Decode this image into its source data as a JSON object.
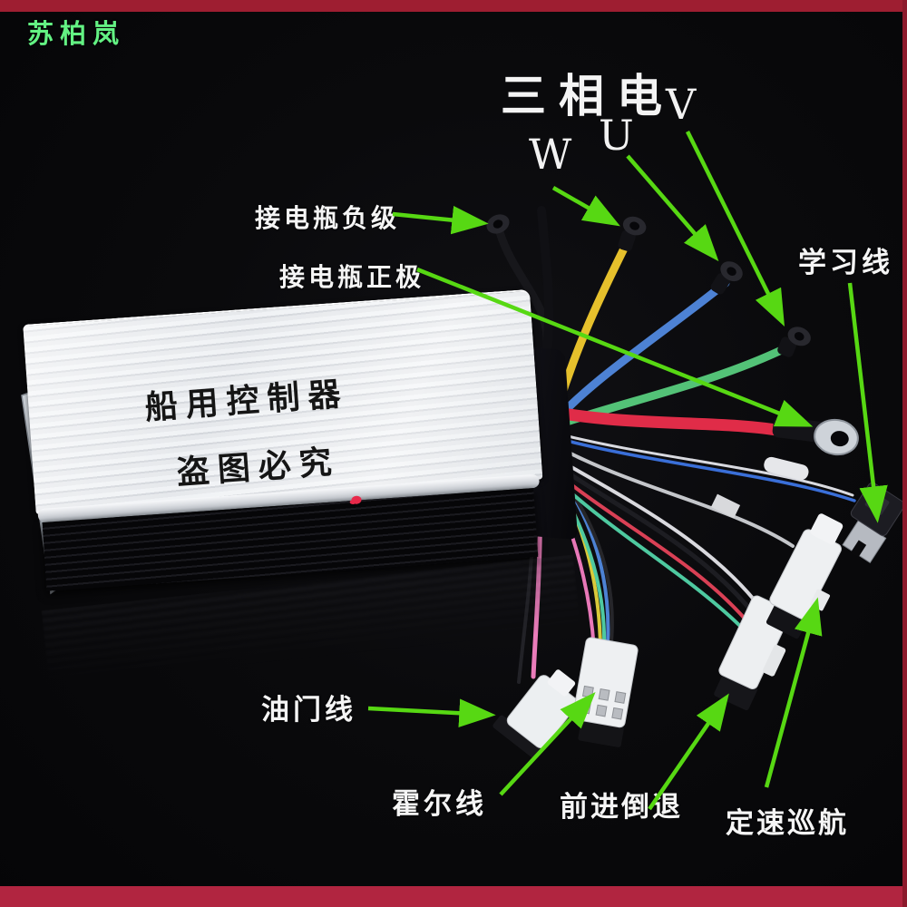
{
  "brand": "苏柏岚",
  "title": {
    "text": "三相电",
    "w": "W",
    "u": "U",
    "v": "V"
  },
  "labels": {
    "battery_negative": "接电瓶负级",
    "battery_positive": "接电瓶正极",
    "learning": "学习线",
    "throttle": "油门线",
    "hall": "霍尔线",
    "forward_reverse": "前进倒退",
    "cruise": "定速巡航"
  },
  "device": {
    "name": "船用控制器",
    "warning": "盗图必究"
  },
  "colors": {
    "frame_top": "#9e1e31",
    "frame_bottom": "#b12540",
    "arrow_green": "#57d813",
    "brand_green": "#63f283",
    "wire_red": "#e02c48",
    "wire_yellow": "#e6c02c",
    "wire_blue": "#4d82d4",
    "wire_green": "#53c277",
    "wire_pink": "#ea7cba",
    "wire_teal": "#4ec9a0",
    "wire_white": "#d9d9de",
    "wire_black": "#17171b",
    "case_silver": "#e8eaed"
  }
}
